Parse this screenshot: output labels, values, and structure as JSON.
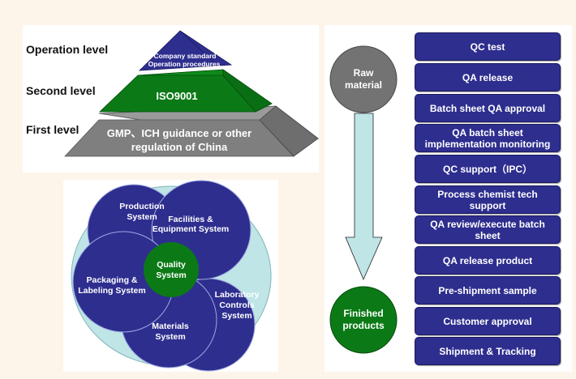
{
  "colors": {
    "background": "#fdf5ea",
    "panel": "#ffffff",
    "navy": "#2e2e8f",
    "green": "#0b7a16",
    "gray": "#7f7f7f",
    "light_cyan": "#bfe5e6",
    "dark_gray_circle": "#737373"
  },
  "pyramid": {
    "levels": [
      {
        "label": "Operation level",
        "content": [
          "Company standard",
          "Operation procedures"
        ]
      },
      {
        "label": "Second level",
        "content": [
          "ISO9001"
        ]
      },
      {
        "label": "First level",
        "content": [
          "GMP、ICH guidance or other",
          "regulation of China"
        ]
      }
    ]
  },
  "quality_systems": {
    "center": [
      "Quality",
      "System"
    ],
    "systems": [
      {
        "name": [
          "Production",
          "System"
        ]
      },
      {
        "name": [
          "Facilities &",
          "Equipment System"
        ]
      },
      {
        "name": [
          "Laboratory",
          "Controls",
          "System"
        ]
      },
      {
        "name": [
          "Materials",
          "System"
        ]
      },
      {
        "name": [
          "Packaging &",
          "Labeling System"
        ]
      }
    ]
  },
  "flow": {
    "start": [
      "Raw",
      "material"
    ],
    "end": [
      "Finished",
      "products"
    ],
    "steps": [
      "QC test",
      "QA release",
      "Batch sheet QA approval",
      "QA batch sheet implementation monitoring",
      "QC support（IPC）",
      "Process chemist tech support",
      "QA review/execute batch sheet",
      "QA release product",
      "Pre-shipment sample",
      "Customer approval",
      "Shipment & Tracking"
    ]
  }
}
